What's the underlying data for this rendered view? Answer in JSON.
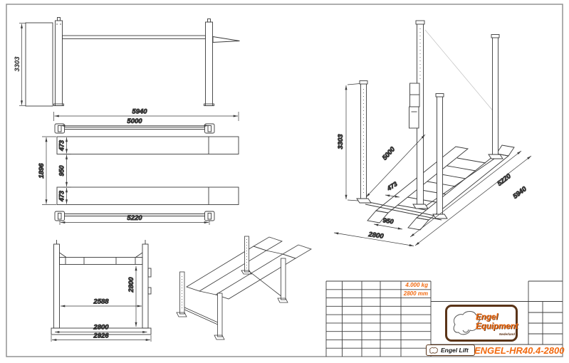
{
  "drawing": {
    "front_view": {
      "dim_height": "3303"
    },
    "plan_view": {
      "dim_total_length": "5940",
      "dim_inner_length": "5000",
      "dim_width": "1896",
      "dim_runway_top": "473",
      "dim_track": "950",
      "dim_runway_bottom": "473",
      "dim_base_length": "5220"
    },
    "end_view": {
      "dim_clear_height": "2800",
      "dim_inner_width": "2588",
      "dim_outer_width": "2800",
      "dim_base_width": "2926"
    },
    "iso_view": {
      "dim_height": "3303",
      "dim_platform_length": "5000",
      "dim_runway_width": "473",
      "dim_track": "950",
      "dim_width": "2800",
      "dim_rail_length": "5220",
      "dim_total_length": "5940"
    }
  },
  "title_block": {
    "capacity": "4.000 kg",
    "width_spec": "2800 mm",
    "logo": {
      "line1": "Engel",
      "line2": "Equipment",
      "subtext": "Nederland"
    },
    "badge": "Engel Lift",
    "model": "ENGEL-HR40.4-2800"
  },
  "colors": {
    "accent": "#f26a10",
    "line": "#3a3a3a",
    "logo_border": "#5a3418"
  }
}
